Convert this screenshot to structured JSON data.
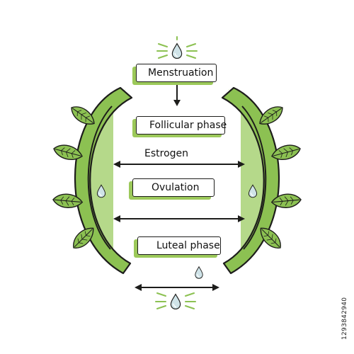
{
  "stages": {
    "menstruation": "Menstruation",
    "follicular": "Follicular phase",
    "estrogen": "Estrogen",
    "ovulation": "Ovulation",
    "luteal": "Luteal phase"
  },
  "watermark": "1293842940",
  "colors": {
    "leaf_green": "#8cc152",
    "light_green": "#b5d98a",
    "outline": "#1d1d1b",
    "drop": "#cfe3e8"
  },
  "icons": [
    "drop-icon",
    "leaf-icon",
    "double-arrow-icon",
    "down-arrow-icon"
  ]
}
